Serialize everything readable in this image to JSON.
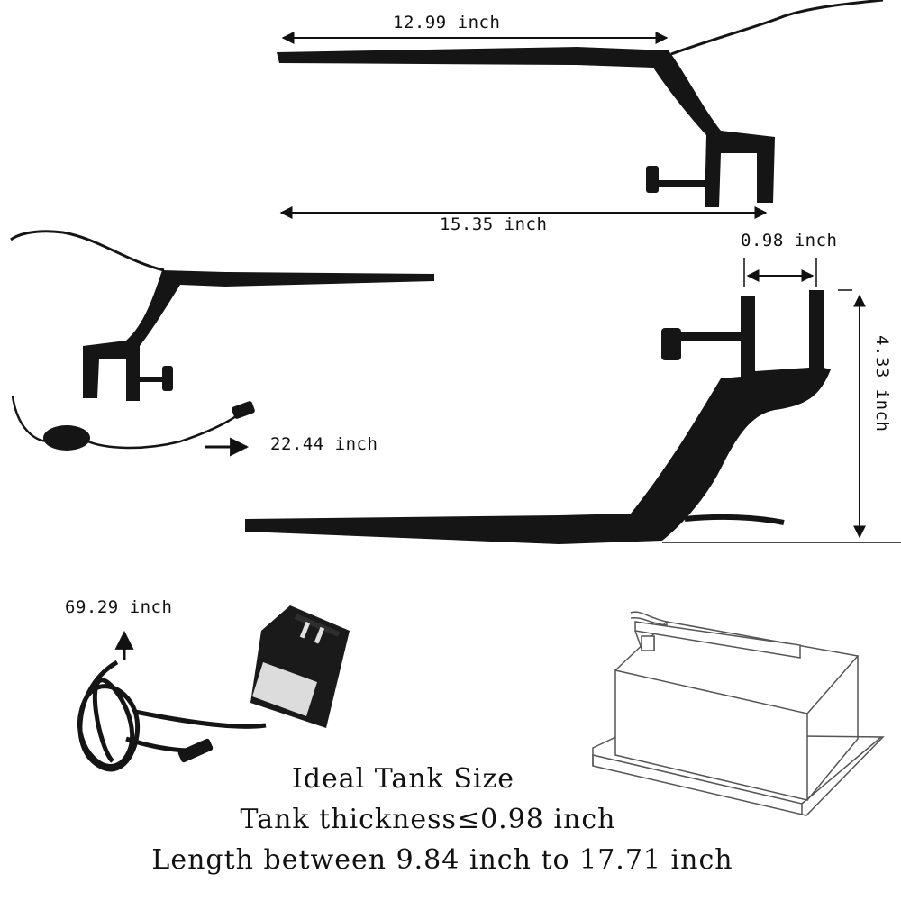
{
  "dimensions": {
    "top_arm_length": "12.99 inch",
    "top_total_length": "15.35 inch",
    "clamp_gap": "0.98 inch",
    "clamp_height": "4.33 inch",
    "switch_cable": "22.44 inch",
    "adapter_cable": "69.29 inch"
  },
  "caption": {
    "line1": "Ideal Tank Size",
    "line2": "Tank thickness≤0.98 inch",
    "line3": "Length between 9.84 inch to 17.71 inch"
  },
  "icons": {
    "adapter": "power-adapter-icon",
    "tank": "tank-illustration-icon",
    "switch": "inline-switch-icon"
  },
  "colors": {
    "product": "#151515",
    "line": "#111111",
    "outline": "#555555"
  }
}
